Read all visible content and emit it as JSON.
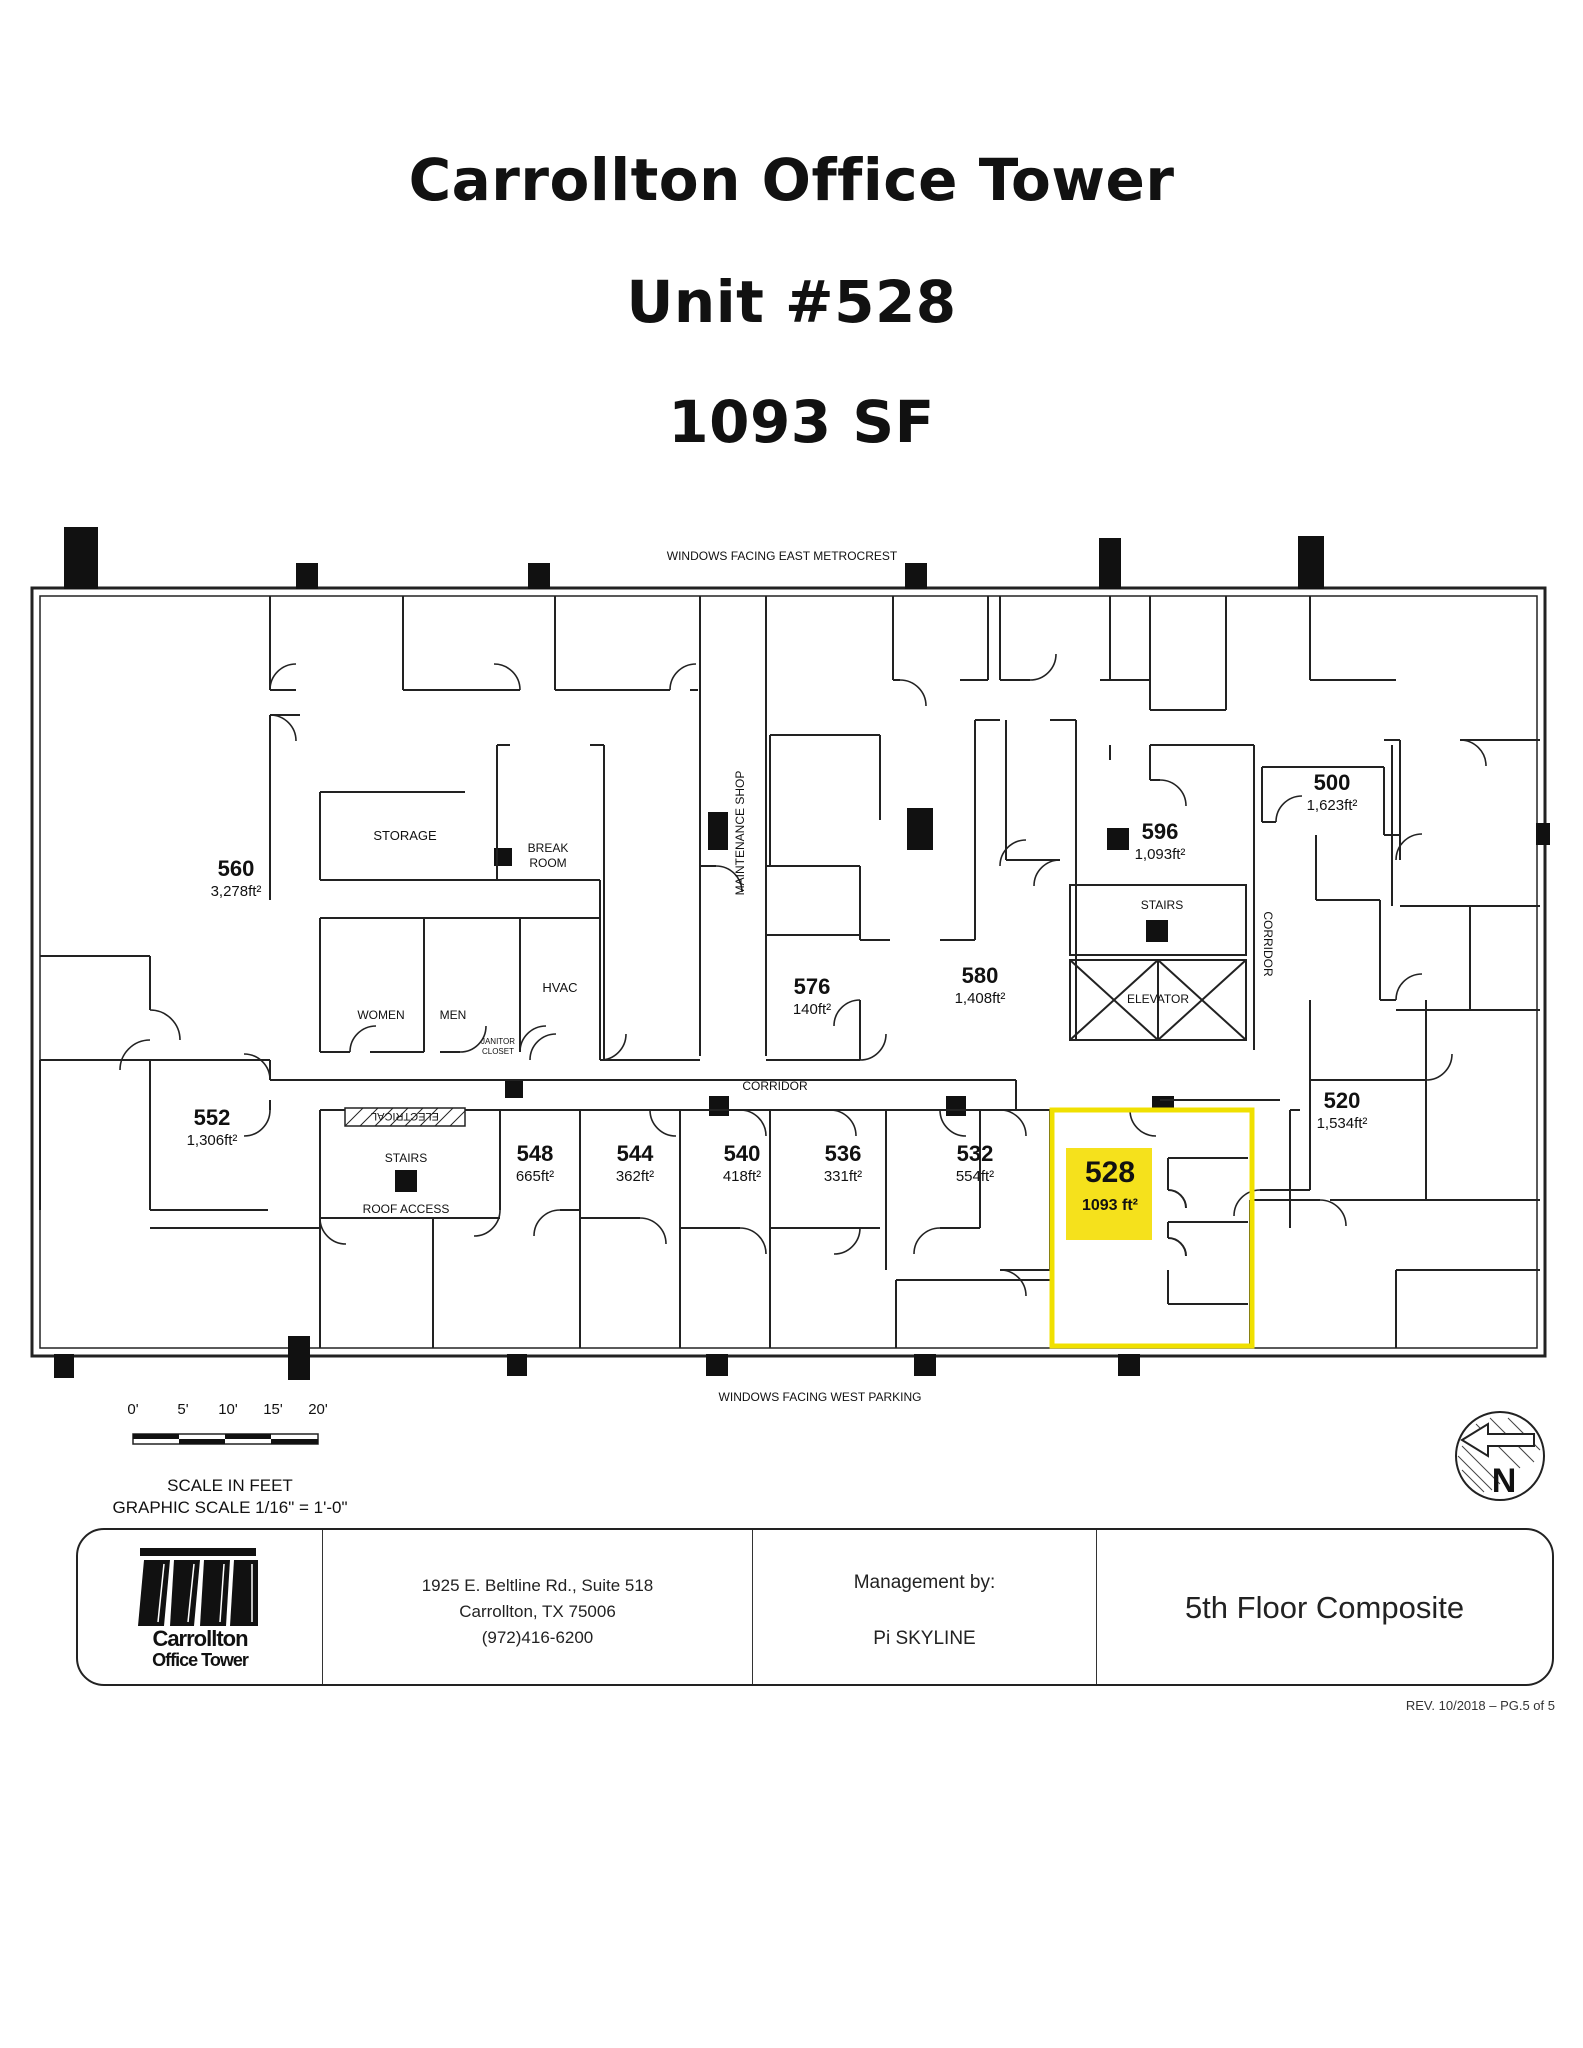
{
  "header": {
    "building": "Carrollton Office Tower",
    "unit": "Unit #528",
    "area": "1093 SF"
  },
  "plan": {
    "top_label": "WINDOWS FACING EAST METROCREST",
    "bottom_label": "WINDOWS FACING WEST PARKING",
    "units": [
      {
        "id": "560",
        "area": "3,278ft²"
      },
      {
        "id": "552",
        "area": "1,306ft²"
      },
      {
        "id": "548",
        "area": "665ft²"
      },
      {
        "id": "544",
        "area": "362ft²"
      },
      {
        "id": "540",
        "area": "418ft²"
      },
      {
        "id": "536",
        "area": "331ft²"
      },
      {
        "id": "532",
        "area": "554ft²"
      },
      {
        "id": "528",
        "area": "1093 ft²"
      },
      {
        "id": "520",
        "area": "1,534ft²"
      },
      {
        "id": "576",
        "area": "140ft²"
      },
      {
        "id": "580",
        "area": "1,408ft²"
      },
      {
        "id": "596",
        "area": "1,093ft²"
      },
      {
        "id": "500",
        "area": "1,623ft²"
      }
    ],
    "rooms": {
      "storage": "STORAGE",
      "break_room_1": "BREAK",
      "break_room_2": "ROOM",
      "maintenance": "MAINTENANCE SHOP",
      "women": "WOMEN",
      "men": "MEN",
      "hvac": "HVAC",
      "janitor_1": "JANITOR",
      "janitor_2": "CLOSET",
      "electrical": "ELECTRICAL",
      "stairs_west": "STAIRS",
      "roof_access": "ROOF ACCESS",
      "stairs_east": "STAIRS",
      "elevator": "ELEVATOR",
      "corridor_main": "CORRIDOR",
      "corridor_side": "CORRIDOR"
    },
    "highlight_color": "#f5e11c",
    "highlight_border": "#f0e000"
  },
  "scale": {
    "ticks": [
      "0'",
      "5'",
      "10'",
      "15'",
      "20'"
    ],
    "caption": "SCALE IN FEET",
    "graphic": "GRAPHIC SCALE  1/16\" = 1'-0\""
  },
  "compass": {
    "letter": "N"
  },
  "title_block": {
    "logo_line1": "Carrollton",
    "logo_line2": "Office Tower",
    "address_line1": "1925 E. Beltline Rd., Suite 518",
    "address_line2": "Carrollton, TX 75006",
    "phone": "(972)416-6200",
    "management_label": "Management by:",
    "management_company": "Pi SKYLINE",
    "sheet_title": "5th Floor Composite"
  },
  "revision": "REV. 10/2018 – PG.5 of 5"
}
